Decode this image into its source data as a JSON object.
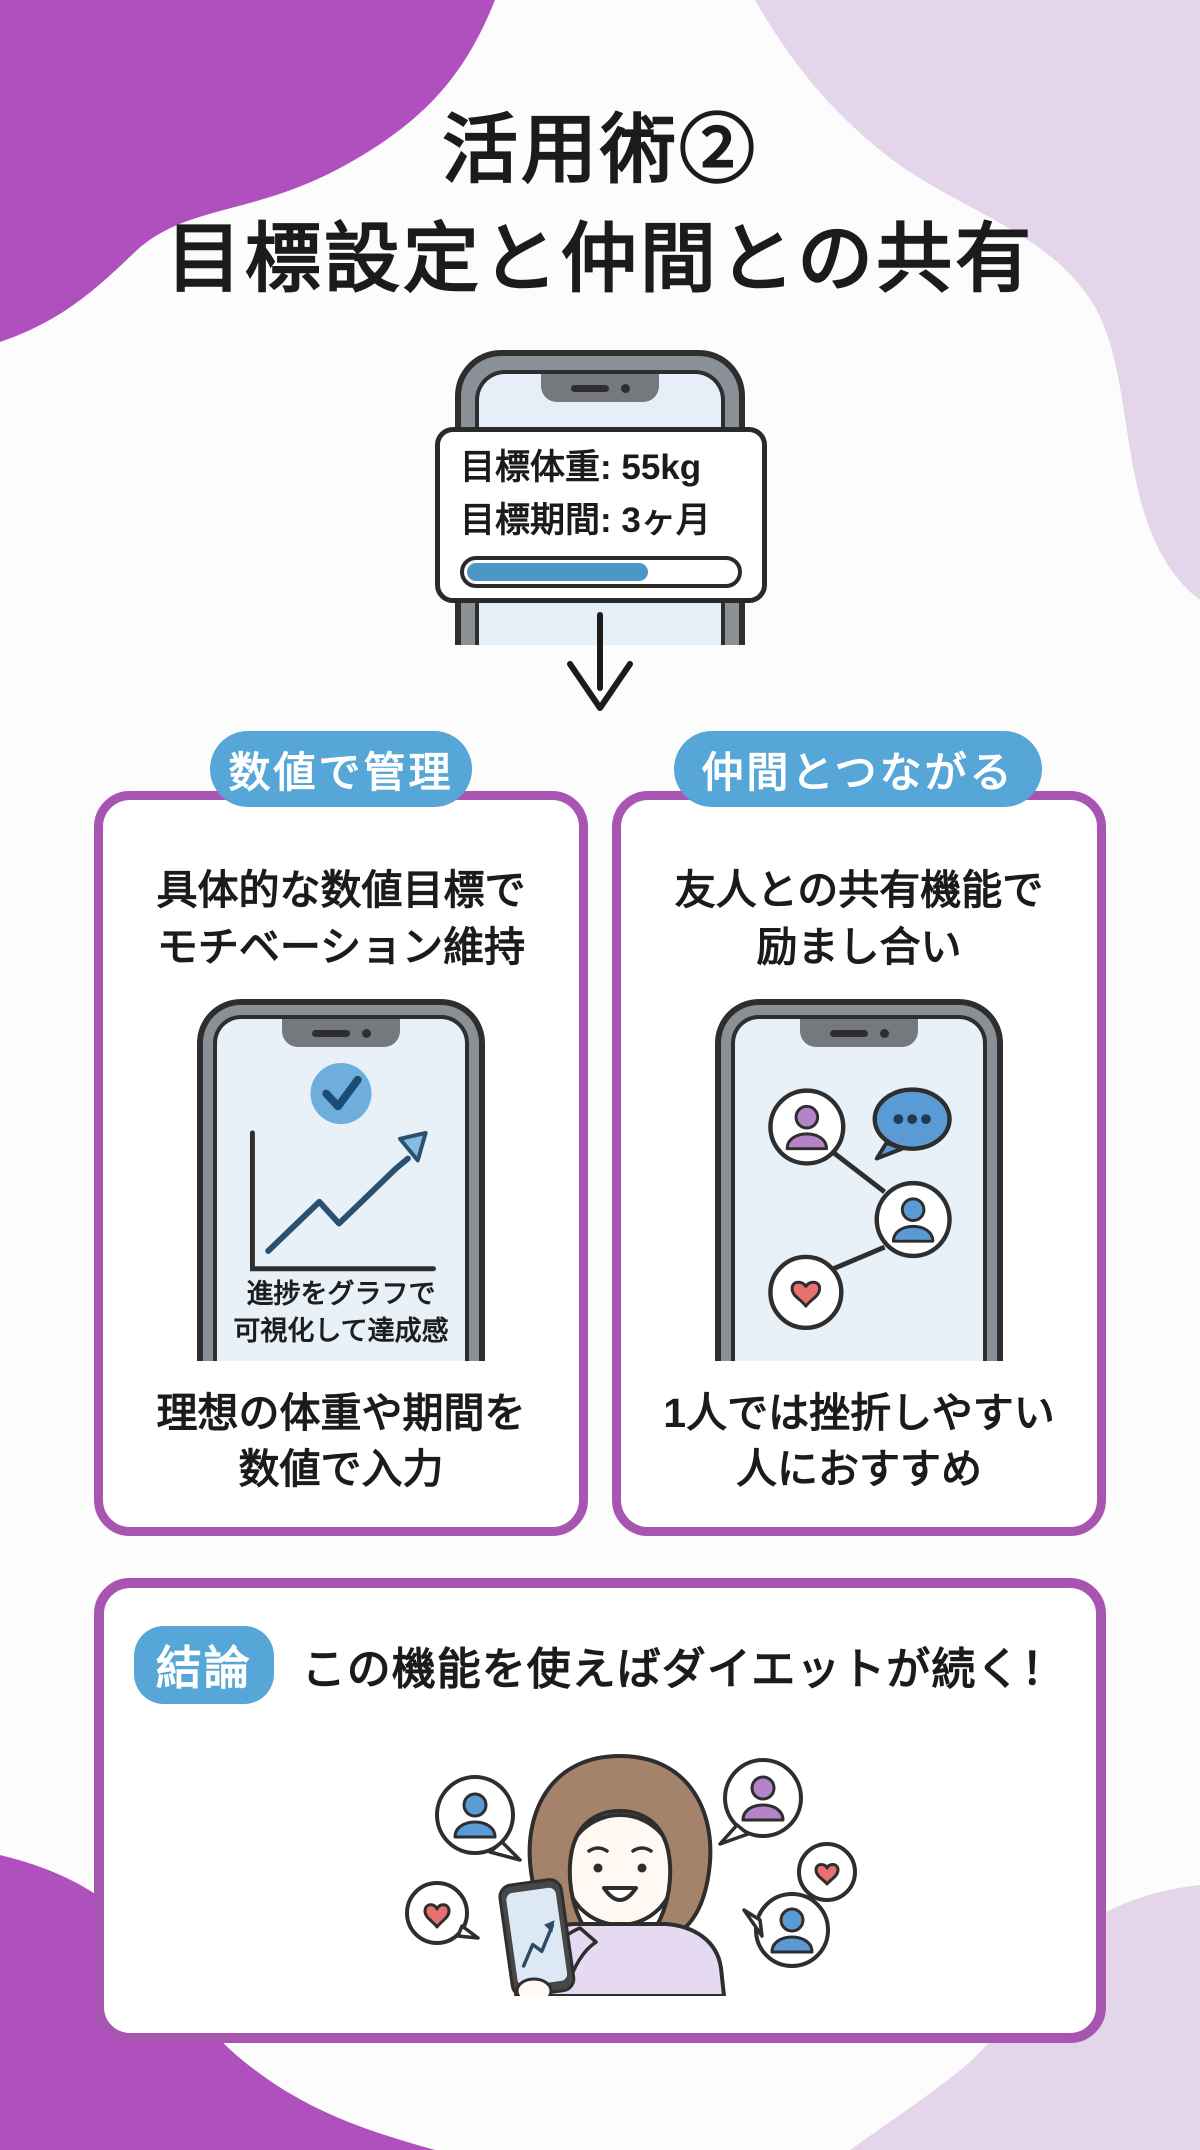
{
  "meta": {
    "kind": "diet-app infographic",
    "language": "ja"
  },
  "colors": {
    "background": "#FCFCFC",
    "blob_purple": "#B04FBE",
    "blob_lavender": "#E4D5EA",
    "card_border_purple": "#A855B2",
    "badge_blue": "#56A6D7",
    "text_dark": "#1B1B1B",
    "progress_blue": "#4D96C8",
    "phone_screen_blue": "#E9F1F8",
    "person_purple": "#B583C8",
    "person_blue": "#5B9BD5",
    "heart_red": "#E8716F",
    "sweater_lavender": "#E5DAF2",
    "hair_brown": "#A5836B"
  },
  "title": {
    "line1": "活用術②",
    "line2": "目標設定と仲間との共有"
  },
  "goal_phone": {
    "weight": "目標体重: 55kg",
    "period": "目標期間: 3ヶ月",
    "progress_percent": 66
  },
  "left_card": {
    "badge": "数値で管理",
    "heading_line1": "具体的な数値目標で",
    "heading_line2": "モチベーション維持",
    "screen_caption_line1": "進捗をグラフで",
    "screen_caption_line2": "可視化して達成感",
    "footer_line1": "理想の体重や期間を",
    "footer_line2": "数値で入力"
  },
  "right_card": {
    "badge": "仲間とつながる",
    "heading_line1": "友人との共有機能で",
    "heading_line2": "励まし合い",
    "footer_line1": "1人では挫折しやすい",
    "footer_line2": "人におすすめ"
  },
  "conclusion": {
    "badge": "結論",
    "text": "この機能を使えばダイエットが続く！"
  },
  "icons": {
    "down_arrow": "↓",
    "check": "✓",
    "heart": "♥",
    "person": "silhouette",
    "chat_bubble": "…",
    "trend_chart": "rising-line-arrow",
    "smartphone": "phone-outline",
    "progress_bar": "horizontal-bar"
  }
}
